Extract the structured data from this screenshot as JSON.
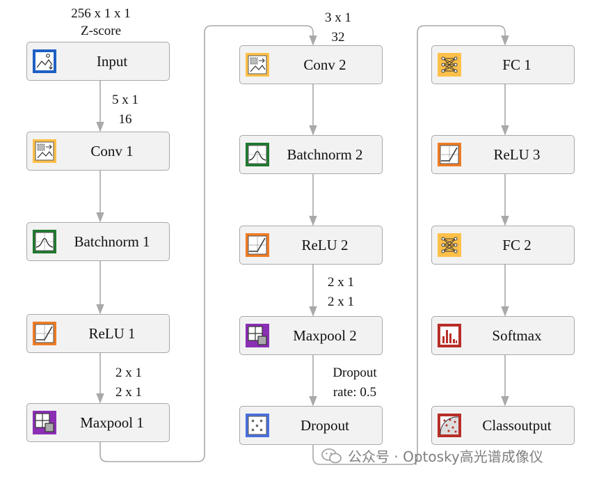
{
  "colors": {
    "input": "#1f5fc4",
    "conv": "#ffc04a",
    "batchnorm": "#1f7a2e",
    "relu": "#f07c24",
    "maxpool": "#8b2fb5",
    "dropout": "#4a6fe0",
    "fc": "#ffc04a",
    "softmax": "#b72e27",
    "classoutput": "#b72e27",
    "wire": "#a9a9a9"
  },
  "nodes": [
    {
      "id": "input",
      "label": "Input",
      "icon": "image-input-icon",
      "kind": "input"
    },
    {
      "id": "conv1",
      "label": "Conv 1",
      "icon": "convolution-icon",
      "kind": "conv"
    },
    {
      "id": "bn1",
      "label": "Batchnorm 1",
      "icon": "batchnorm-icon",
      "kind": "batchnorm"
    },
    {
      "id": "relu1",
      "label": "ReLU 1",
      "icon": "relu-icon",
      "kind": "relu"
    },
    {
      "id": "pool1",
      "label": "Maxpool 1",
      "icon": "maxpool-icon",
      "kind": "maxpool"
    },
    {
      "id": "conv2",
      "label": "Conv 2",
      "icon": "convolution-icon",
      "kind": "conv"
    },
    {
      "id": "bn2",
      "label": "Batchnorm 2",
      "icon": "batchnorm-icon",
      "kind": "batchnorm"
    },
    {
      "id": "relu2",
      "label": "ReLU 2",
      "icon": "relu-icon",
      "kind": "relu"
    },
    {
      "id": "pool2",
      "label": "Maxpool 2",
      "icon": "maxpool-icon",
      "kind": "maxpool"
    },
    {
      "id": "dropout",
      "label": "Dropout",
      "icon": "dropout-icon",
      "kind": "dropout"
    },
    {
      "id": "fc1",
      "label": "FC 1",
      "icon": "fully-connected-icon",
      "kind": "fc"
    },
    {
      "id": "relu3",
      "label": "ReLU 3",
      "icon": "relu-icon",
      "kind": "relu"
    },
    {
      "id": "fc2",
      "label": "FC 2",
      "icon": "fully-connected-icon",
      "kind": "fc"
    },
    {
      "id": "softmax",
      "label": "Softmax",
      "icon": "softmax-icon",
      "kind": "softmax"
    },
    {
      "id": "classoutput",
      "label": "Classoutput",
      "icon": "classoutput-icon",
      "kind": "classoutput"
    }
  ],
  "edges": [
    [
      "input",
      "conv1"
    ],
    [
      "conv1",
      "bn1"
    ],
    [
      "bn1",
      "relu1"
    ],
    [
      "relu1",
      "pool1"
    ],
    [
      "pool1",
      "conv2"
    ],
    [
      "conv2",
      "bn2"
    ],
    [
      "bn2",
      "relu2"
    ],
    [
      "relu2",
      "pool2"
    ],
    [
      "pool2",
      "dropout"
    ],
    [
      "dropout",
      "fc1"
    ],
    [
      "fc1",
      "relu3"
    ],
    [
      "relu3",
      "fc2"
    ],
    [
      "fc2",
      "softmax"
    ],
    [
      "softmax",
      "classoutput"
    ]
  ],
  "annotations": {
    "input_size_line1": "256 x 1 x 1",
    "input_size_line2": "Z-score",
    "conv1_line1": "5 x 1",
    "conv1_line2": "16",
    "pool1_line1": "2 x 1",
    "pool1_line2": "2 x 1",
    "conv2_line1": "3 x 1",
    "conv2_line2": "32",
    "pool2_line1": "2 x 1",
    "pool2_line2": "2 x 1",
    "dropout_line1": "Dropout",
    "dropout_line2": "rate: 0.5"
  },
  "watermark": {
    "text": "公众号 · Optosky高光谱成像仪",
    "icon": "wechat-icon"
  }
}
